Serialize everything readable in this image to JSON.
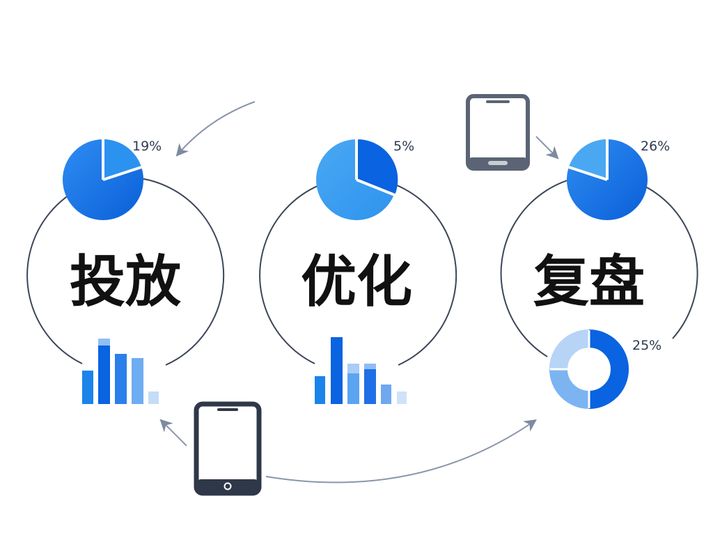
{
  "stages": [
    {
      "id": "launch",
      "label": "投放",
      "pie_percent": "19%"
    },
    {
      "id": "optimize",
      "label": "优化",
      "pie_percent": "5%"
    },
    {
      "id": "review",
      "label": "复盘",
      "pie_percent": "26%",
      "donut_percent": "25%"
    }
  ],
  "colors": {
    "ring": "#3c4658",
    "arrow": "#7d8aa0",
    "blue_dark": "#0a63e0",
    "blue_mid": "#1f86f0",
    "blue_light": "#58aff5",
    "blue_pale": "#a9cdf6",
    "device_frame": "#2f3848",
    "device_frame_light": "#5b6474"
  },
  "icons": [
    "tablet-icon",
    "tablet-icon"
  ]
}
